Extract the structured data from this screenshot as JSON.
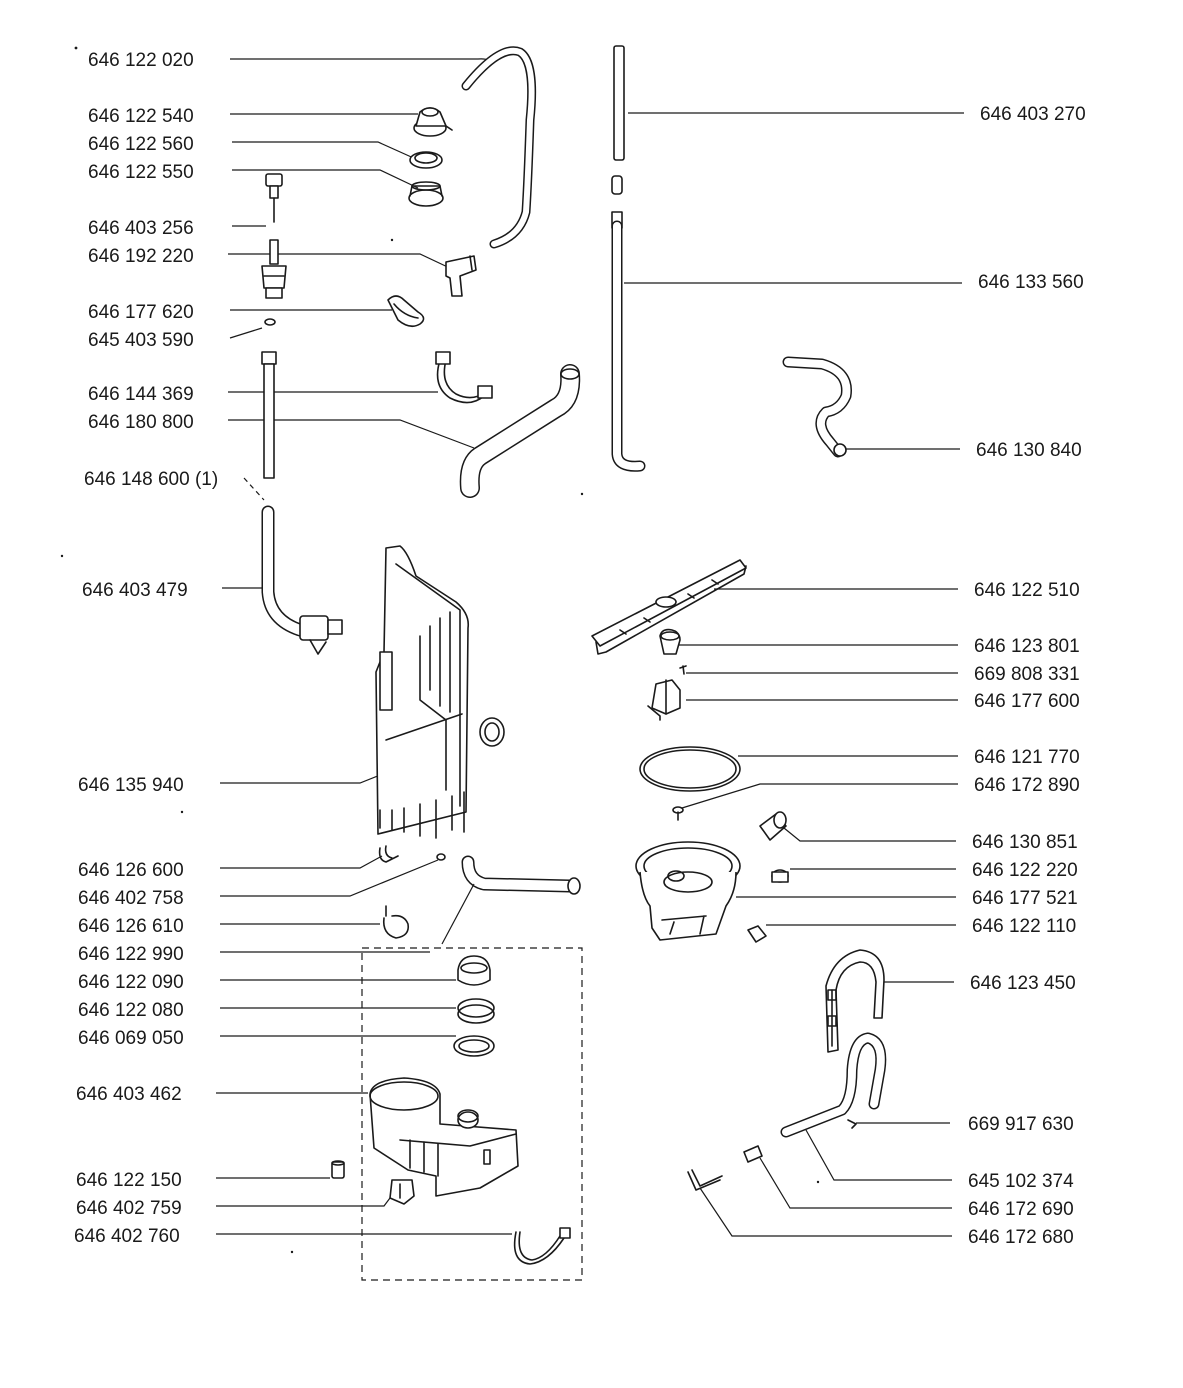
{
  "parts": [
    {
      "id": "p01",
      "label": "646 122 020"
    },
    {
      "id": "p02",
      "label": "646 122 540"
    },
    {
      "id": "p03",
      "label": "646 122 560"
    },
    {
      "id": "p04",
      "label": "646 122 550"
    },
    {
      "id": "p05",
      "label": "646 403 256"
    },
    {
      "id": "p06",
      "label": "646 192 220"
    },
    {
      "id": "p07",
      "label": "646 177 620"
    },
    {
      "id": "p08",
      "label": "645 403 590"
    },
    {
      "id": "p09",
      "label": "646 144 369"
    },
    {
      "id": "p10",
      "label": "646 180 800"
    },
    {
      "id": "p11",
      "label": "646 148 600 (1)"
    },
    {
      "id": "p12",
      "label": "646 403 479"
    },
    {
      "id": "p13",
      "label": "646 135 940"
    },
    {
      "id": "p14",
      "label": "646 126 600"
    },
    {
      "id": "p15",
      "label": "646 402 758"
    },
    {
      "id": "p16",
      "label": "646 126 610"
    },
    {
      "id": "p17",
      "label": "646 122 990"
    },
    {
      "id": "p18",
      "label": "646 122 090"
    },
    {
      "id": "p19",
      "label": "646 122 080"
    },
    {
      "id": "p20",
      "label": "646 069 050"
    },
    {
      "id": "p21",
      "label": "646 403 462"
    },
    {
      "id": "p22",
      "label": "646 122 150"
    },
    {
      "id": "p23",
      "label": "646 402 759"
    },
    {
      "id": "p24",
      "label": "646 402 760"
    },
    {
      "id": "p25",
      "label": "646 403 270"
    },
    {
      "id": "p26",
      "label": "646 133 560"
    },
    {
      "id": "p27",
      "label": "646 130 840"
    },
    {
      "id": "p28",
      "label": "646 122 510"
    },
    {
      "id": "p29",
      "label": "646 123 801"
    },
    {
      "id": "p30",
      "label": "669 808 331"
    },
    {
      "id": "p31",
      "label": "646 177 600"
    },
    {
      "id": "p32",
      "label": "646 121 770"
    },
    {
      "id": "p33",
      "label": "646 172 890"
    },
    {
      "id": "p34",
      "label": "646 130 851"
    },
    {
      "id": "p35",
      "label": "646 122 220"
    },
    {
      "id": "p36",
      "label": "646 177 521"
    },
    {
      "id": "p37",
      "label": "646 122 110"
    },
    {
      "id": "p38",
      "label": "646 123 450"
    },
    {
      "id": "p39",
      "label": "669 917 630"
    },
    {
      "id": "p40",
      "label": "645 102 374"
    },
    {
      "id": "p41",
      "label": "646 172 690"
    },
    {
      "id": "p42",
      "label": "646 172 680"
    }
  ]
}
